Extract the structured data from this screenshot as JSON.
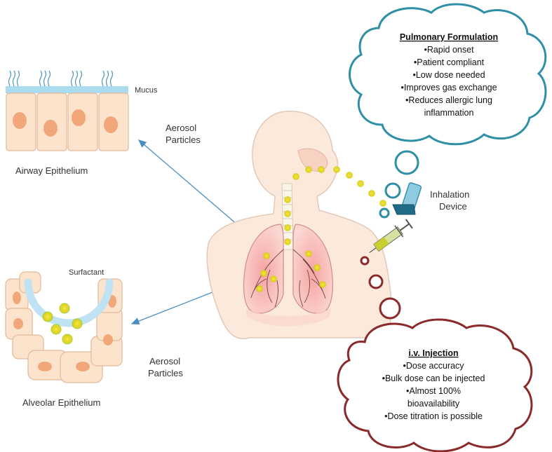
{
  "labels": {
    "mucus": "Mucus",
    "airway_epithelium": "Airway Epithelium",
    "aerosol_top_line1": "Aerosol",
    "aerosol_top_line2": "Particles",
    "surfactant": "Surfactant",
    "alveolar_epithelium": "Alveolar Epithelium",
    "aerosol_bottom_line1": "Aerosol",
    "aerosol_bottom_line2": "Particles",
    "inhalation_line1": "Inhalation",
    "inhalation_line2": "Device"
  },
  "pulmonary_cloud": {
    "title": "Pulmonary Formulation",
    "items": [
      "•Rapid onset",
      "•Patient compliant",
      "•Low dose needed",
      "•Improves gas exchange",
      "•Reduces allergic  lung",
      "inflammation"
    ]
  },
  "iv_cloud": {
    "title": "i.v. Injection",
    "items": [
      "•Dose accuracy",
      "•Bulk dose can be injected",
      "•Almost 100%",
      "bioavailability",
      "•Dose titration is possible"
    ]
  },
  "colors": {
    "pulmonary_outline": "#2e8fa6",
    "iv_outline": "#8a2a2a",
    "particle": "#e6d81e",
    "arrow": "#4a8fc4",
    "cell_fill": "#fbe3cc",
    "nucleus": "#f2a77a",
    "mucus_band": "#a9dcef",
    "skin": "#fbe9dc"
  }
}
